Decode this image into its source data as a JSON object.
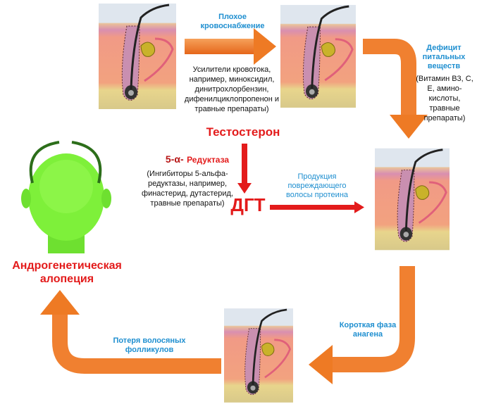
{
  "top_arrow": {
    "label": "Плохое кровоснабжение",
    "note": "Усилители кровотока, например, миноксидил, динитрохлорбензин, дифенилциклопропенон и травные препараты)"
  },
  "right_top_arrow": {
    "label": "Дефицит питальных веществ",
    "note": "(Витамин B3, C, E, амино-кислоты, травные препараты)"
  },
  "hormone": {
    "testosterone": "Тестостерон",
    "enzyme_prefix": "5-α-",
    "enzyme": "Редуктаза",
    "inhibitors": "(Ингибиторы 5-альфа-редуктазы, например, финастерид, дутастерид, травные препараты)",
    "dht": "ДГТ",
    "protein_label": "Продукция повреждающего волосы протеина"
  },
  "right_bottom_arrow": {
    "label": "Короткая фаза анагена"
  },
  "bottom_arrow": {
    "label": "Потеря волосяных фолликулов"
  },
  "result": {
    "label": "Андрогенетическая алопеция"
  },
  "colors": {
    "orange": "#f07a22",
    "red": "#e31b1b",
    "blue": "#1f8fd0",
    "green": "#7ef03a"
  }
}
